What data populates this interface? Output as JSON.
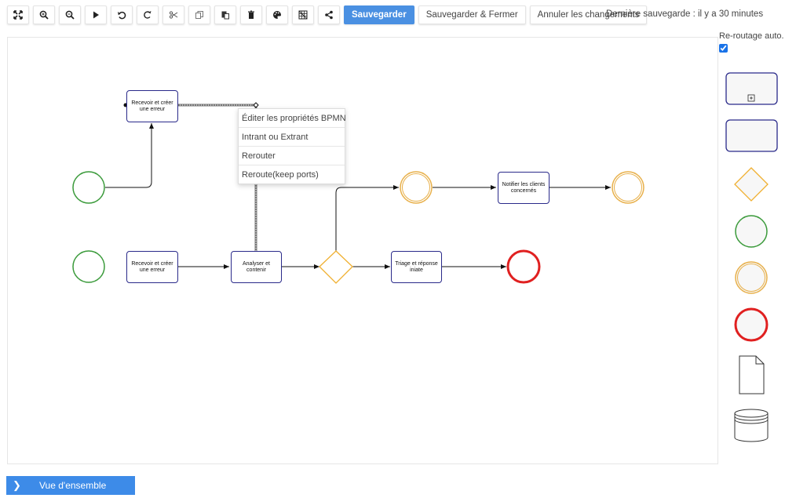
{
  "toolbar": {
    "icons": [
      "fit-screen-icon",
      "zoom-in-icon",
      "zoom-out-icon",
      "play-icon",
      "undo-icon",
      "redo-icon",
      "cut-icon",
      "copy-icon",
      "paste-icon",
      "delete-icon",
      "palette-icon",
      "grid-icon",
      "share-icon"
    ],
    "save_label": "Sauvegarder",
    "save_close_label": "Sauvegarder & Fermer",
    "cancel_label": "Annuler les changements",
    "last_save": "Dernière sauvegarde : il y a 30 minutes",
    "primary_color": "#4a90e2"
  },
  "options": {
    "reroute_label": "Re-routage auto.",
    "reroute_checked": true
  },
  "diagram": {
    "tasks": [
      {
        "id": "t1",
        "label": "Recevoir et créer une erreur"
      },
      {
        "id": "t2",
        "label": "Recevoir et créer une erreur"
      },
      {
        "id": "t3",
        "label": "Analyser et contenir"
      },
      {
        "id": "t4",
        "label": "Triage et réponse iniate"
      },
      {
        "id": "t5",
        "label": "Notifier les clients concernés"
      }
    ],
    "colors": {
      "start_event": "#3a9a3a",
      "intermediate_event": "#e8b04a",
      "end_event": "#e02020",
      "gateway": "#f0b030",
      "task_border": "#2a2a8a"
    }
  },
  "context_menu": {
    "items": [
      "Éditer les propriétés BPMN",
      "Intrant ou Extrant",
      "Rerouter",
      "Reroute(keep ports)"
    ]
  },
  "palette": {
    "items": [
      "subprocess",
      "task",
      "gateway",
      "start-event",
      "intermediate-event",
      "end-event",
      "data-object",
      "data-store"
    ]
  },
  "footer": {
    "overview_label": "Vue d'ensemble"
  }
}
